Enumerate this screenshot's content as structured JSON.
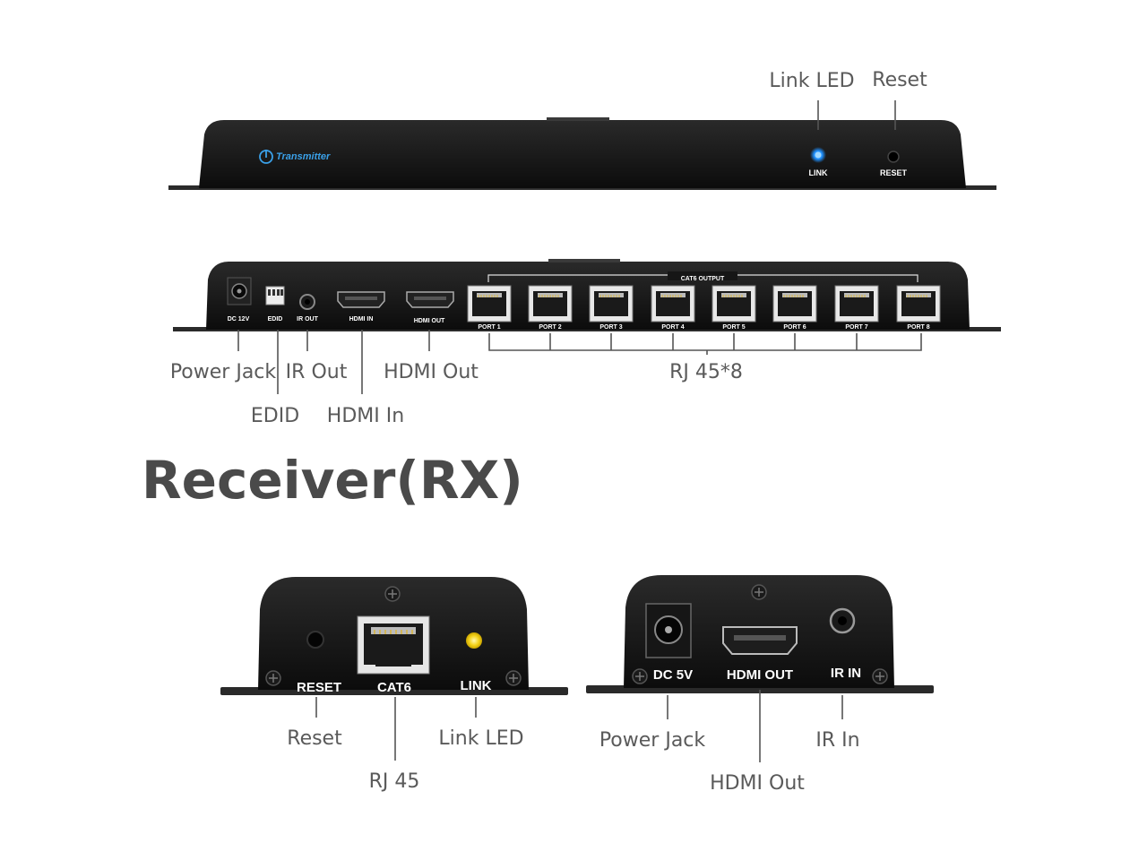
{
  "transmitter_front": {
    "brand_label": "Transmitter",
    "link_label": "LINK",
    "reset_label": "RESET",
    "callouts": {
      "link_led": "Link LED",
      "reset": "Reset"
    }
  },
  "transmitter_back": {
    "port_labels": {
      "dc": "DC 12V",
      "edid": "EDID",
      "ir_out": "IR OUT",
      "hdmi_in": "HDMI IN",
      "hdmi_out": "HDMI OUT",
      "cat6_output": "CAT6 OUTPUT",
      "ports": [
        "PORT 1",
        "PORT 2",
        "PORT 3",
        "PORT 4",
        "PORT 5",
        "PORT 6",
        "PORT 7",
        "PORT 8"
      ]
    },
    "callouts": {
      "power_jack": "Power Jack",
      "ir_out": "IR Out",
      "hdmi_out": "HDMI Out",
      "rj45x8": "RJ 45*8",
      "edid": "EDID",
      "hdmi_in": "HDMI In"
    }
  },
  "receiver_heading": "Receiver(RX)",
  "receiver_front": {
    "port_labels": {
      "reset": "RESET",
      "cat6": "CAT6",
      "link": "LINK"
    },
    "callouts": {
      "reset": "Reset",
      "link_led": "Link LED",
      "rj45": "RJ 45"
    }
  },
  "receiver_back": {
    "port_labels": {
      "dc": "DC 5V",
      "hdmi_out": "HDMI OUT",
      "ir_in": "IR IN"
    },
    "callouts": {
      "power_jack": "Power Jack",
      "ir_in": "IR In",
      "hdmi_out": "HDMI Out"
    }
  },
  "colors": {
    "led_blue": "#1e90ff",
    "led_yellow": "#f4d21a",
    "accent_blue": "#3aa0e8",
    "device_body": "#111111"
  }
}
